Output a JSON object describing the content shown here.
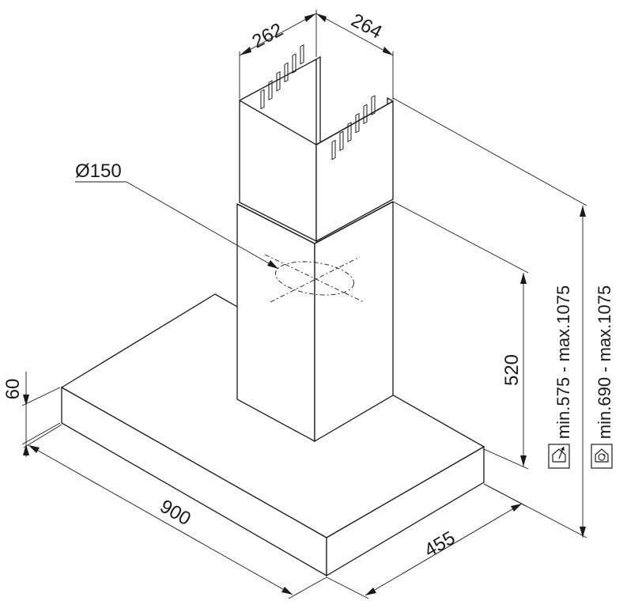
{
  "diagram": {
    "dimensions": {
      "chimney_width": "262",
      "chimney_depth": "264",
      "duct_diameter": "Ø150",
      "lower_chimney_height": "520",
      "hood_thickness": "60",
      "hood_width": "900",
      "hood_depth": "455",
      "height_range_exhaust": "min.575 - max.1075",
      "height_range_recirculation": "min.690 - max.1075"
    },
    "icons": {
      "exhaust_mode": "house-exhaust-icon",
      "recirculation_mode": "house-recirculation-icon"
    },
    "colors": {
      "line": "#1a1a1a",
      "background": "#ffffff"
    }
  }
}
